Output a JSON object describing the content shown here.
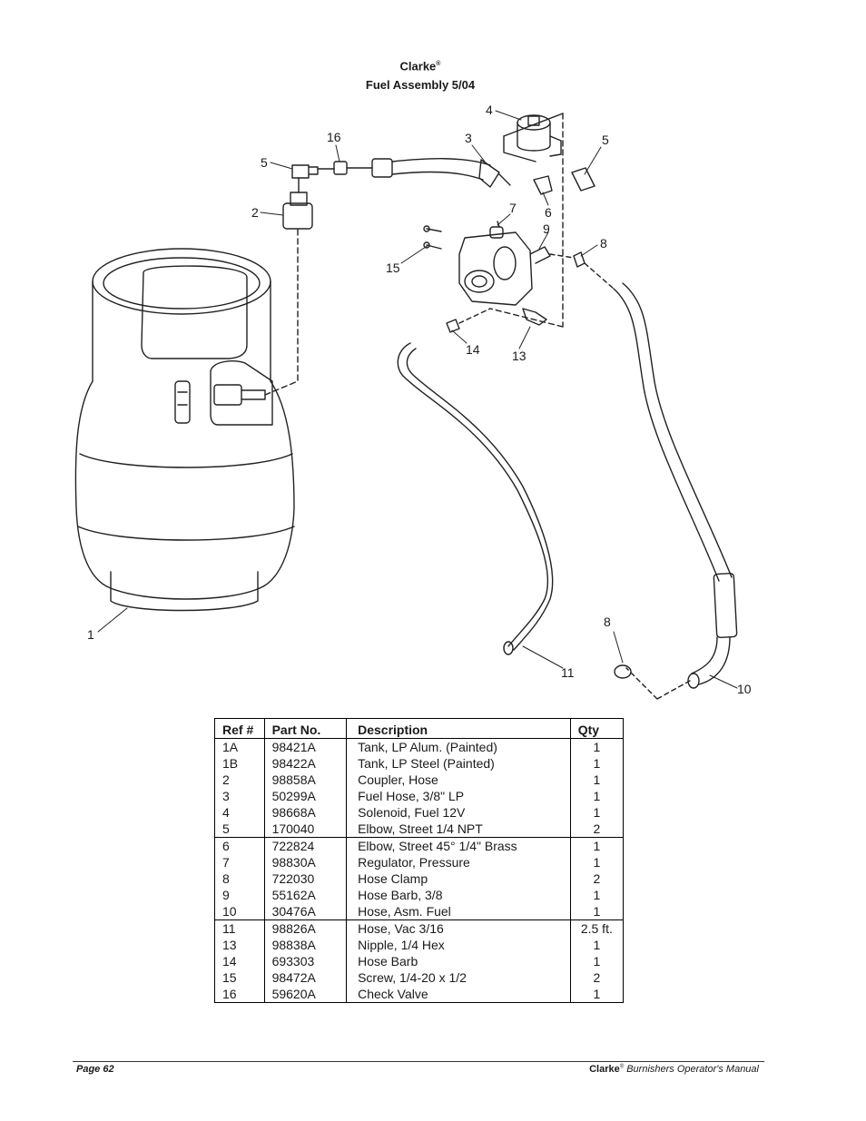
{
  "header": {
    "brand": "Clarke",
    "brand_mark": "®",
    "title": "Fuel Assembly  5/04"
  },
  "callouts": {
    "c1": "1",
    "c2": "2",
    "c3": "3",
    "c4": "4",
    "c5a": "5",
    "c5b": "5",
    "c6": "6",
    "c7": "7",
    "c8a": "8",
    "c8b": "8",
    "c9": "9",
    "c10": "10",
    "c11": "11",
    "c13": "13",
    "c14": "14",
    "c15": "15",
    "c16": "16"
  },
  "table": {
    "headers": [
      "Ref #",
      "Part No.",
      "Description",
      "Qty"
    ],
    "rows": [
      [
        "1A",
        "98421A",
        "Tank, LP Alum. (Painted)",
        "1"
      ],
      [
        "1B",
        "98422A",
        "Tank, LP Steel (Painted)",
        "1"
      ],
      [
        "2",
        "98858A",
        "Coupler, Hose",
        "1"
      ],
      [
        "3",
        "50299A",
        "Fuel Hose, 3/8\" LP",
        "1"
      ],
      [
        "4",
        "98668A",
        "Solenoid, Fuel 12V",
        "1"
      ],
      [
        "5",
        "170040",
        "Elbow, Street 1/4 NPT",
        "2"
      ],
      [
        "6",
        "722824",
        "Elbow, Street 45° 1/4\" Brass",
        "1"
      ],
      [
        "7",
        "98830A",
        "Regulator, Pressure",
        "1"
      ],
      [
        "8",
        "722030",
        "Hose Clamp",
        "2"
      ],
      [
        "9",
        "55162A",
        "Hose Barb, 3/8",
        "1"
      ],
      [
        "10",
        "30476A",
        "Hose, Asm. Fuel",
        "1"
      ],
      [
        "11",
        "98826A",
        "Hose, Vac 3/16",
        "2.5 ft."
      ],
      [
        "13",
        "98838A",
        "Nipple, 1/4 Hex",
        "1"
      ],
      [
        "14",
        "693303",
        "Hose Barb",
        "1"
      ],
      [
        "15",
        "98472A",
        "Screw, 1/4-20 x 1/2",
        "2"
      ],
      [
        "16",
        "59620A",
        "Check Valve",
        "1"
      ]
    ]
  },
  "footer": {
    "page": "Page  62",
    "brand": "Clarke",
    "brand_mark": "®",
    "manual": " Burnishers Operator's  Manual"
  }
}
